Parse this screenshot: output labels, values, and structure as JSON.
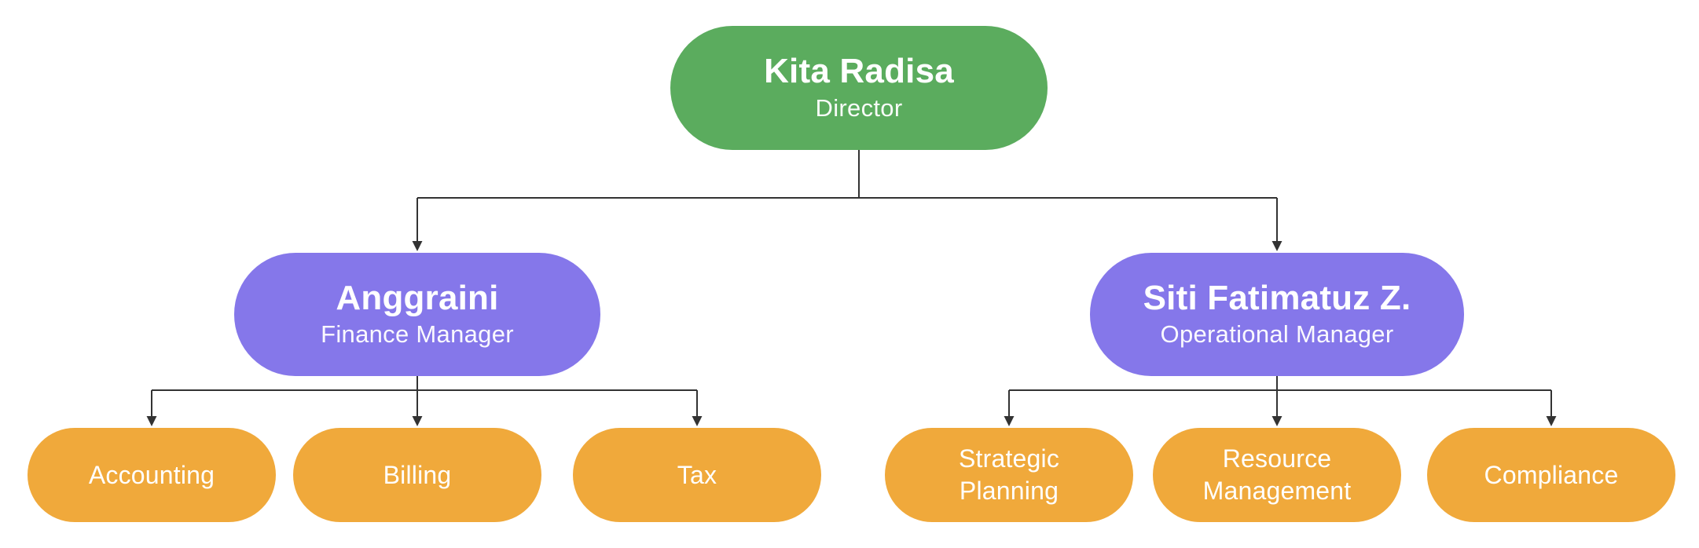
{
  "org": {
    "director": {
      "name": "Kita Radisa",
      "title": "Director"
    },
    "managers": [
      {
        "name": "Anggraini",
        "title": "Finance Manager",
        "departments": [
          "Accounting",
          "Billing",
          "Tax"
        ]
      },
      {
        "name": "Siti Fatimatuz Z.",
        "title": "Operational Manager",
        "departments": [
          "Strategic Planning",
          "Resource Management",
          "Compliance"
        ]
      }
    ]
  },
  "colors": {
    "director_fill": "#5bac5e",
    "manager_fill": "#8577ea",
    "department_fill": "#f0a93b",
    "node_text": "#ffffff",
    "connector": "#333333",
    "background": "#ffffff"
  }
}
